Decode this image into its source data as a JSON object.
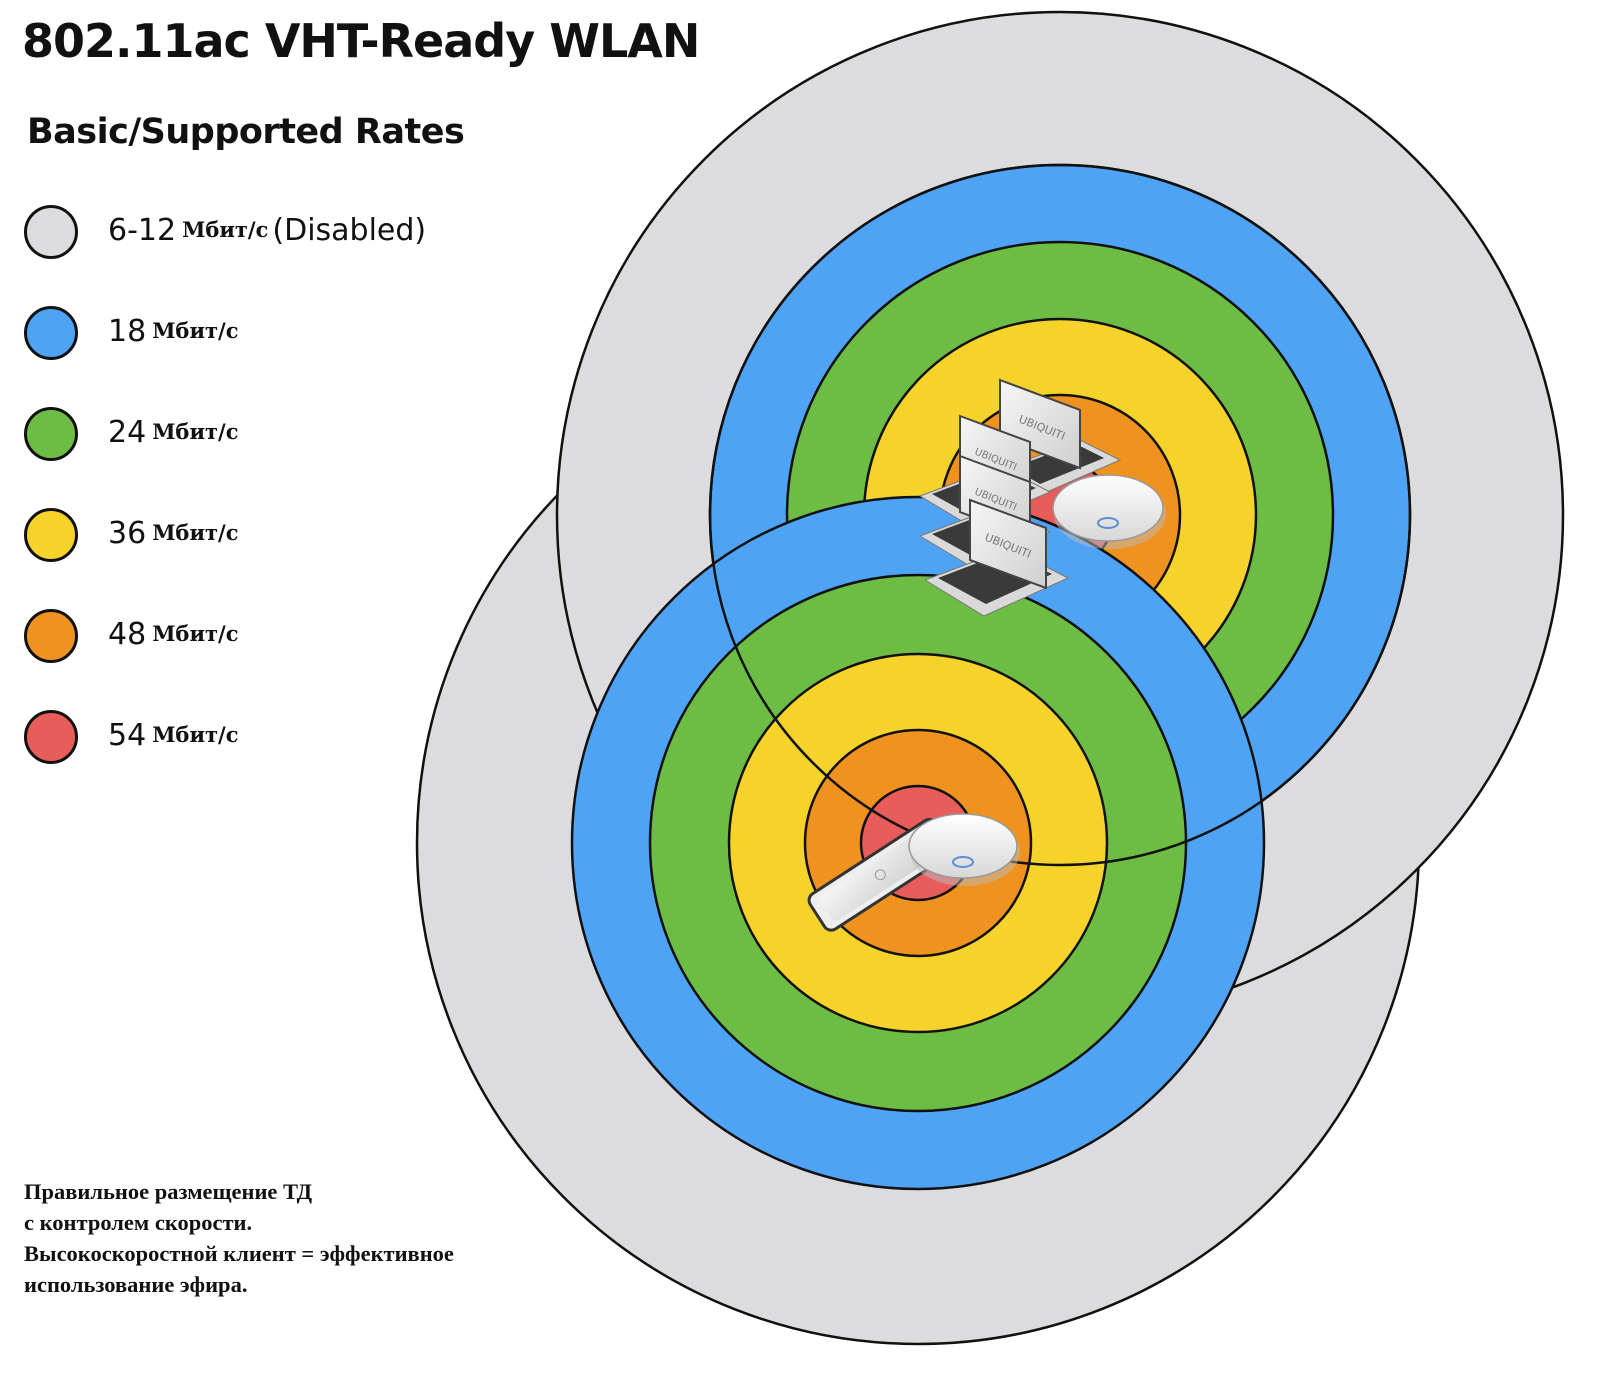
{
  "title": "802.11ac VHT-Ready WLAN",
  "subtitle": "Basic/Supported Rates",
  "legend": [
    {
      "value": "6-12",
      "unit": "Мбит/с",
      "suffix": "(Disabled)",
      "color": "#dcdcdf"
    },
    {
      "value": "18",
      "unit": "Мбит/с",
      "suffix": "",
      "color": "#4fa3f5"
    },
    {
      "value": "24",
      "unit": "Мбит/с",
      "suffix": "",
      "color": "#6dbd45"
    },
    {
      "value": "36",
      "unit": "Мбит/с",
      "suffix": "",
      "color": "#f6d32b"
    },
    {
      "value": "48",
      "unit": "Мбит/с",
      "suffix": "",
      "color": "#f0921f"
    },
    {
      "value": "54",
      "unit": "Мбит/с",
      "suffix": "",
      "color": "#e85c5a"
    }
  ],
  "caption": {
    "line1": "Правильное размещение ТД",
    "line2": "с контролем скорости.",
    "line3": "Высокоскоростной клиент = эффективное",
    "line4": "использование эфира."
  },
  "devices": {
    "laptop_brand": "UBIQUITI",
    "laptop_count": 4,
    "phone_count": 1,
    "access_point_count": 2
  },
  "colors": {
    "outline": "#111111",
    "ap_body": "#f2f2f2",
    "ap_ring": "#5d8fd6",
    "laptop_body": "#d9d9d9",
    "laptop_dark": "#3a3a3a"
  }
}
